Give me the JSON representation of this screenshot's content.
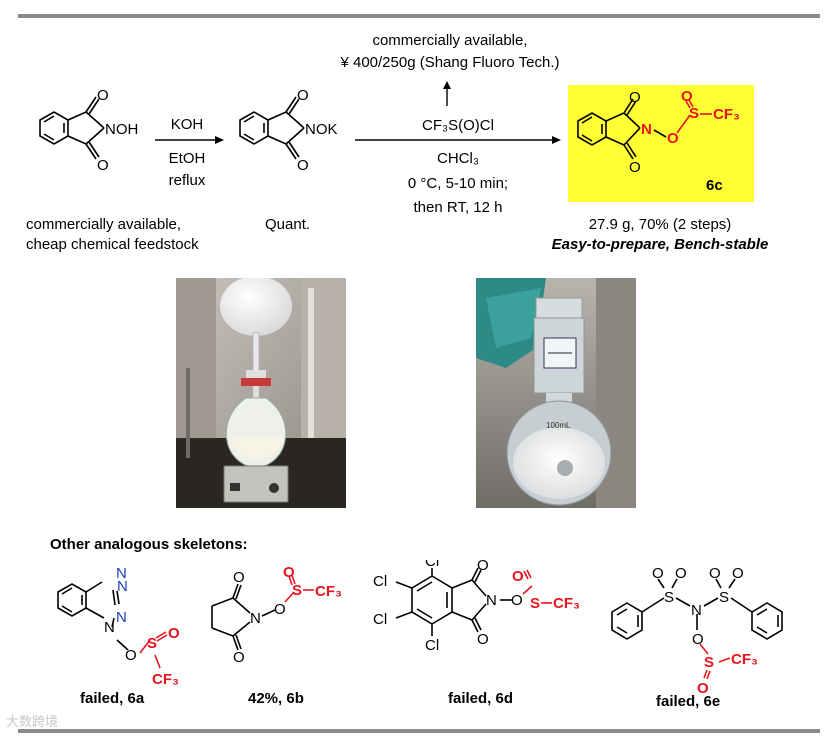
{
  "reaction": {
    "reagent_top_note_line1": "commercially available,",
    "reagent_top_note_line2": "¥ 400/250g (Shang Fluoro Tech.)",
    "step1_reagent1": "KOH",
    "step1_reagent2": "EtOH",
    "step1_reagent3": "reflux",
    "step2_conditions_line2": "CHCl₃",
    "step2_conditions_line3": "0 °C, 5-10 min;",
    "step2_conditions_line4": "then RT,  12 h",
    "start_label_line1": "commercially available,",
    "start_label_line2": "cheap chemical feedstock",
    "intermediate_label": "Quant.",
    "product_yield": "27.9 g, 70% (2 steps)",
    "product_tagline": "Easy-to-prepare, Bench-stable",
    "product_compound_label": "6c",
    "highlight_color": "#ffff33",
    "accent_red": "#e8141c"
  },
  "atom_labels": {
    "O": "O",
    "N": "N",
    "NOH": "NOH",
    "NOK": "NOK",
    "S": "S",
    "Cl": "Cl",
    "reagent_CF3SOCl": "CF₃S(O)Cl",
    "CF3": "CF₃"
  },
  "analogs": {
    "heading": "Other analogous skeletons:",
    "items": [
      {
        "label": "failed, 6a"
      },
      {
        "label": "42%, 6b"
      },
      {
        "label": "failed, 6d"
      },
      {
        "label": "failed, 6e"
      }
    ]
  },
  "photos": {
    "left_icon": "flask-on-stirrer-photo",
    "right_icon": "flask-with-white-solid-photo",
    "flask_label": "100mL"
  },
  "watermark": "大数跨境"
}
